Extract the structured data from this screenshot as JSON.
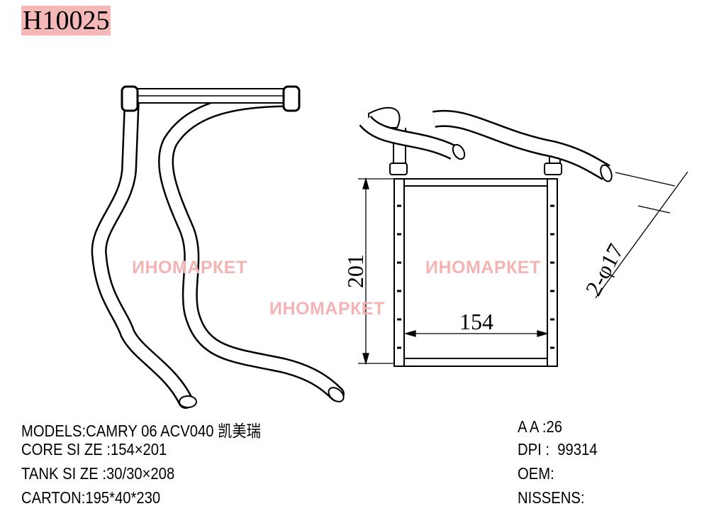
{
  "title": "H10025",
  "watermarks": [
    "ИНОМАРКЕТ",
    "ИНОМАРКЕТ",
    "ИНОМАРКЕТ"
  ],
  "dimensions": {
    "height": "201",
    "width": "154",
    "pipe": "2-φ17"
  },
  "specs_left": [
    "MODELS:CAMRY 06 ACV040 凯美瑞",
    "CORE SI ZE :154×201",
    "TANK SI ZE :30/30×208",
    "CARTON:195*40*230"
  ],
  "specs_right": [
    "A A :26",
    "DPI :  99314",
    "OEM:",
    "NISSENS:"
  ],
  "colors": {
    "highlight": "#f4b8b8",
    "watermark": "#f4b4b4"
  }
}
